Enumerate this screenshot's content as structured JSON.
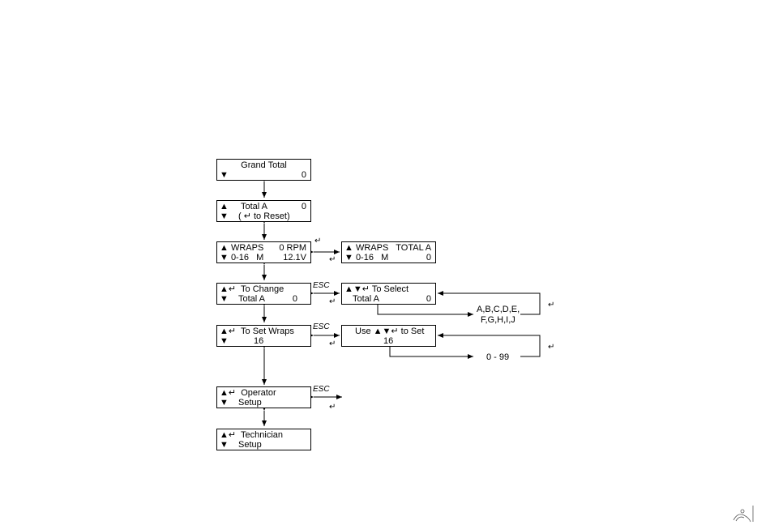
{
  "boxes": {
    "grand_total": {
      "line1": "Grand Total",
      "arrow_down": "▼",
      "value": "0"
    },
    "total_a": {
      "arrow_up": "▲",
      "label": "Total A",
      "value": "0",
      "arrow_down": "▼",
      "reset": "( ↵ to Reset)"
    },
    "wraps": {
      "line1_label": "▲ WRAPS",
      "line1_value": "0 RPM",
      "line2_left": "▼ 0-16   M",
      "line2_value": "12.1V"
    },
    "wraps_total": {
      "line1_label": "▲ WRAPS   TOTAL A",
      "line2_left": "▼ 0-16   M",
      "line2_value": "0"
    },
    "to_change": {
      "line1": "▲↵  To Change",
      "arrow_down": "▼",
      "label": "Total A",
      "value": "0"
    },
    "to_select": {
      "line1": "▲▼↵ To Select",
      "label": "Total A",
      "value": "0"
    },
    "to_set_wraps": {
      "line1": "▲↵  To Set Wraps",
      "arrow_down": "▼",
      "value": "16"
    },
    "use_to_set": {
      "line1": "Use ▲▼↵ to Set",
      "value": "16"
    },
    "operator": {
      "line1": "▲↵  Operator",
      "arrow_down": "▼",
      "label": "Setup"
    },
    "technician": {
      "line1": "▲↵  Technician",
      "arrow_down": "▼",
      "label": "Setup"
    }
  },
  "annotations": {
    "esc": "ESC",
    "enter": "↵",
    "select_options_1": "A,B,C,D,E,",
    "select_options_2": "F,G,H,I,J",
    "wraps_range": "0 - 99"
  }
}
